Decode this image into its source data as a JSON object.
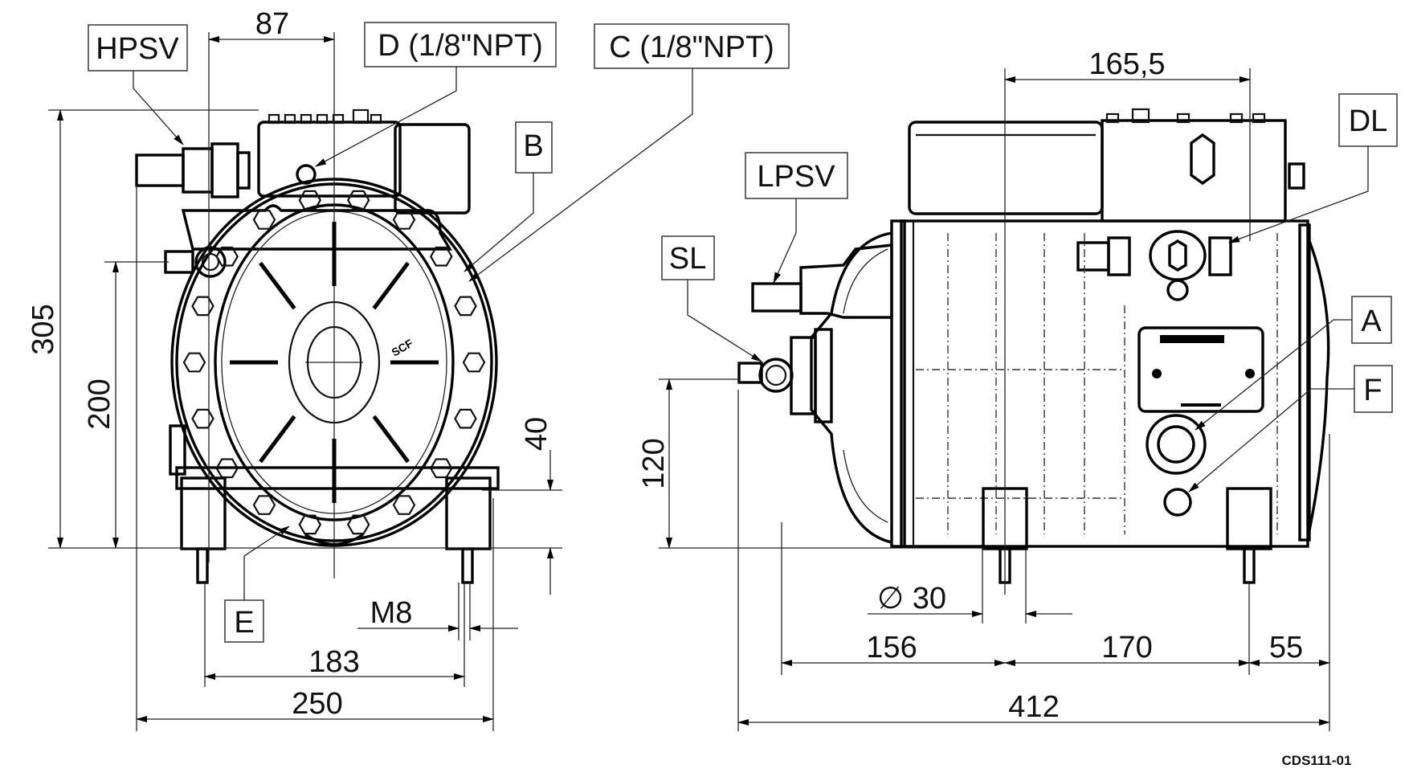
{
  "drawing_code": "CDS111-01",
  "callouts": {
    "hpsv": "HPSV",
    "d_port": "D (1/8\"NPT)",
    "c_port": "C (1/8\"NPT)",
    "b": "B",
    "e": "E",
    "lpsv": "LPSV",
    "sl": "SL",
    "dl": "DL",
    "a": "A",
    "f": "F"
  },
  "dimensions": {
    "front_view": {
      "top_offset": "87",
      "overall_height": "305",
      "suction_height": "200",
      "foot_height": "40",
      "foot_spacing": "183",
      "overall_width": "250",
      "mount_thread": "M8"
    },
    "side_view": {
      "top_span": "165,5",
      "service_height": "120",
      "foot_diameter": "∅ 30",
      "left_offset": "156",
      "foot_spacing": "170",
      "right_offset": "55",
      "overall_length": "412"
    }
  }
}
